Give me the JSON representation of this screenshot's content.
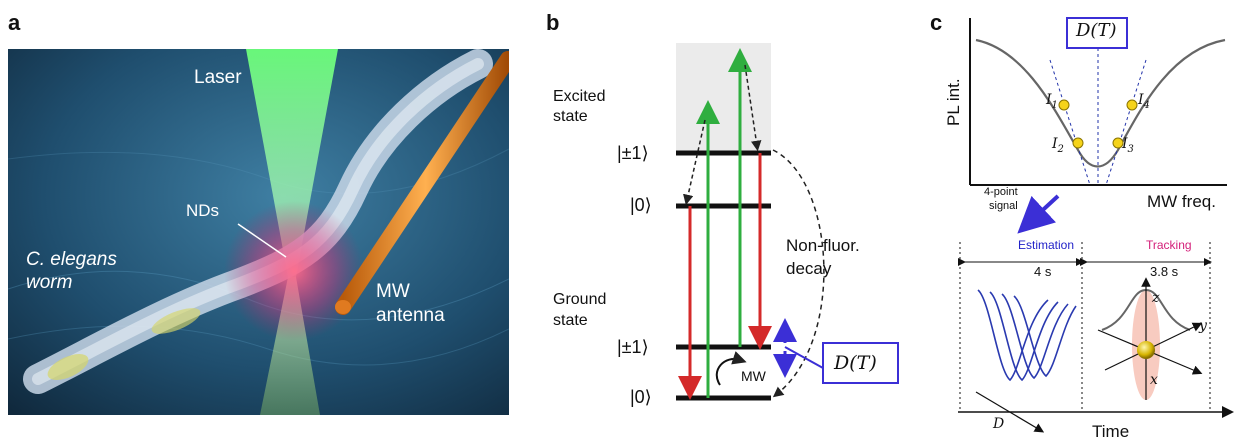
{
  "panel_a": {
    "letter": "a",
    "laser": "Laser",
    "nds": "NDs",
    "worm_line1": "C. elegans",
    "worm_line2": "worm",
    "mw_line1": "MW",
    "mw_line2": "antenna"
  },
  "panel_b": {
    "letter": "b",
    "excited_line1": "Excited",
    "excited_line2": "state",
    "ground_line1": "Ground",
    "ground_line2": "state",
    "ket_pm1": "|±1⟩",
    "ket_0": "|0⟩",
    "nonfluor_line1": "Non-fluor.",
    "nonfluor_line2": "decay",
    "mw": "MW",
    "dt_box": "D(T)"
  },
  "panel_c": {
    "letter": "c",
    "dt_box": "D(T)",
    "ylabel": "PL int.",
    "xlabel": "MW freq.",
    "i1": "I",
    "i1_sub": "1",
    "i2": "I",
    "i2_sub": "2",
    "i3": "I",
    "i3_sub": "3",
    "i4": "I",
    "i4_sub": "4",
    "signal_line1": "4-point",
    "signal_line2": "signal",
    "estimation": "Estimation",
    "estimation_time": "4 s",
    "tracking": "Tracking",
    "tracking_time": "3.8 s",
    "time_axis": "Time",
    "axis_d": "D",
    "axis_x": "x",
    "axis_y": "y",
    "axis_z": "z"
  },
  "colors": {
    "red_arrow": "#d42a2a",
    "green_arrow": "#2fae3f",
    "blue_accent": "#3b2fd6",
    "estimation": "#2222c8",
    "tracking": "#d4207a",
    "marker_yellow": "#f5d31a",
    "excited_band": "#ebebeb"
  }
}
